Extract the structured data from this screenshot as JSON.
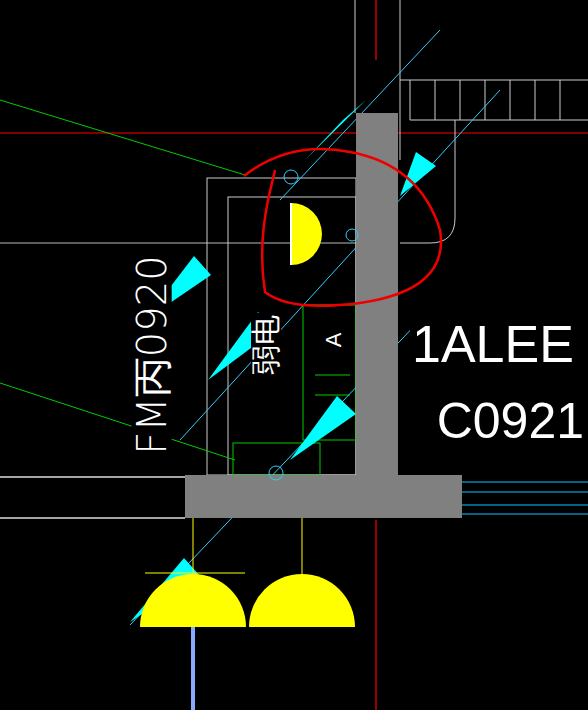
{
  "diagram": {
    "labels": [
      "FM丙0920",
      "弱电",
      "A",
      "1ALEE",
      "C0921"
    ]
  }
}
